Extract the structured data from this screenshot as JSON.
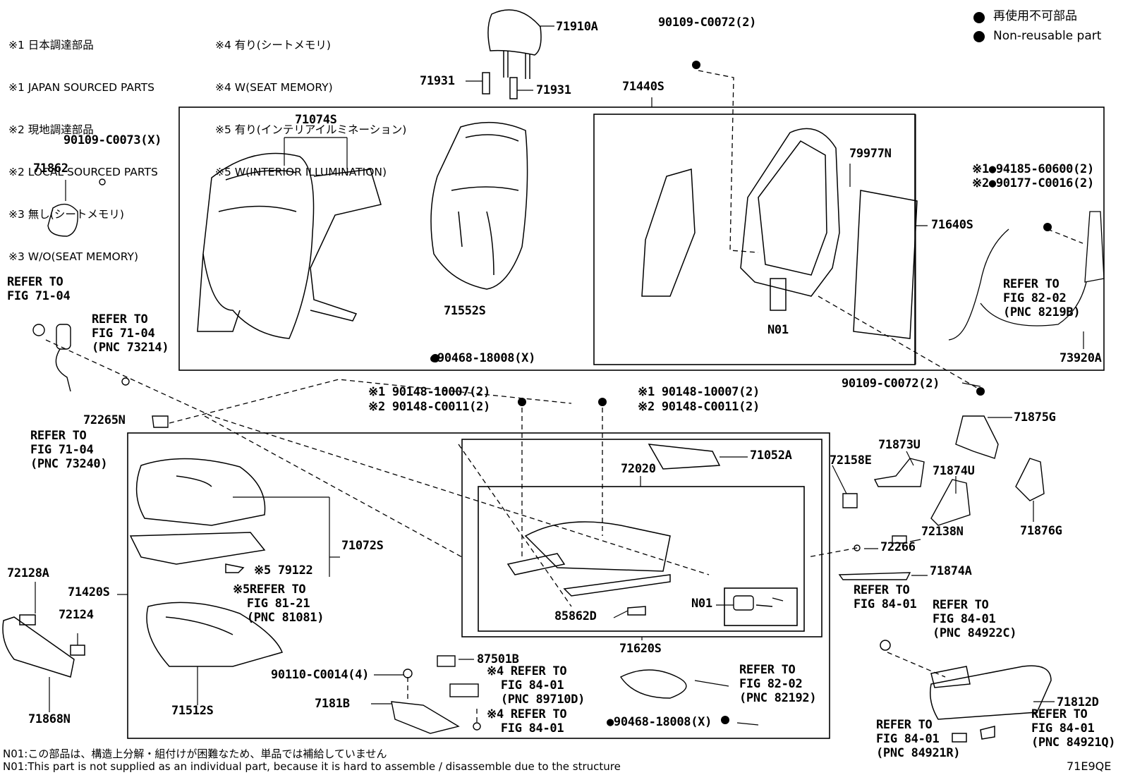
{
  "notes_left": [
    "※1 日本調達部品",
    "※1 JAPAN SOURCED PARTS",
    "※2 現地調達部品",
    "※2 LOCAL SOURCED PARTS",
    "※3 無し(シートメモリ)",
    "※3 W/O(SEAT MEMORY)"
  ],
  "notes_right": [
    "※4 有り(シートメモリ)",
    "※4 W(SEAT MEMORY)",
    "※5 有り(インテリアイルミネーション)",
    "※5 W(INTERIOR ILLUMINATION)"
  ],
  "legend": {
    "line1": "再使用不可部品",
    "line2": "Non-reusable part"
  },
  "parts": {
    "p71910A": "71910A",
    "p90109_C0072_top": "90109-C0072(2)",
    "p71931_left": "71931",
    "p71931_right": "71931",
    "p71440S": "71440S",
    "p71074S": "71074S",
    "p90109_C0073": "90109-C0073(X)",
    "p71862": "71862",
    "p79977N": "79977N",
    "p71640S": "71640S",
    "p94185_60600": "※1●94185-60600(2)",
    "p90177_C0016": "※2●90177-C0016(2)",
    "p71552S": "71552S",
    "p90468_18008_top": "●90468-18008(X)",
    "pN01_top": "N01",
    "p73920A": "73920A",
    "p90109_C0072_bot": "90109-C0072(2)",
    "p90148_left_1": "※1 90148-10007(2)",
    "p90148_left_2": "※2 90148-C0011(2)",
    "p90148_right_1": "※1 90148-10007(2)",
    "p90148_right_2": "※2 90148-C0011(2)",
    "p72265N": "72265N",
    "p71875G": "71875G",
    "p71052A": "71052A",
    "p72020": "72020",
    "p72158E": "72158E",
    "p71873U": "71873U",
    "p71874U": "71874U",
    "p71876G": "71876G",
    "p71072S": "71072S",
    "p72138N": "72138N",
    "p72266": "72266",
    "p79122": "※5 79122",
    "p71874A": "71874A",
    "p72128A": "72128A",
    "p71420S": "71420S",
    "pN01_bot": "N01",
    "p85862D": "85862D",
    "p72124": "72124",
    "p71620S": "71620S",
    "p87501B": "87501B",
    "p90110_C0014": "90110-C0014(4)",
    "p71181B": "7181B",
    "p71512S": "71512S",
    "p71868N": "71868N",
    "p90468_18008_bot": "●90468-18008(X)",
    "p71812D": "71812D"
  },
  "refers": {
    "r7104_a": "REFER TO\nFIG 71-04",
    "r7104_b": "REFER TO\nFIG 71-04\n(PNC 73214)",
    "r7104_c": "REFER TO\nFIG 71-04\n(PNC 73240)",
    "r8202_a": "REFER TO\nFIG 82-02\n(PNC 8219B)",
    "r8121": "※5REFER TO\n  FIG 81-21\n  (PNC 81081)",
    "r8401_a": "REFER TO\nFIG 84-01",
    "r8401_b": "REFER TO\nFIG 84-01\n(PNC 84922C)",
    "r8401_c": "※4 REFER TO\n  FIG 84-01\n  (PNC 89710D)",
    "r8401_d": "※4 REFER TO\n  FIG 84-01",
    "r8202_b": "REFER TO\nFIG 82-02\n(PNC 82192)",
    "r8401_e": "REFER TO\nFIG 84-01\n(PNC 84921R)",
    "r8401_f": "REFER TO\nFIG 84-01\n(PNC 84921Q)"
  },
  "footer": {
    "n01_jp": "N01:この部品は、構造上分解・組付けが困難なため、単品では補給していません",
    "n01_en": "N01:This part is not supplied as an individual part, because it is hard to assemble / disassemble due to the structure",
    "code": "71E9QE"
  }
}
